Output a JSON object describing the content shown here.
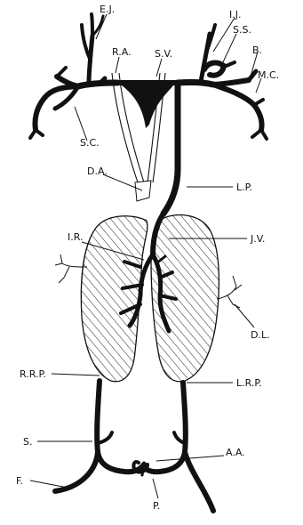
{
  "diagram": {
    "labels": {
      "ej": "E.J.",
      "ij": "I.J.",
      "ss": "S.S.",
      "b": "B.",
      "mc": "M.C.",
      "ra": "R.A.",
      "sv": "S.V.",
      "sc": "S.C.",
      "da": "D.A.",
      "lp": "L.P.",
      "ir": "I.R.",
      "jv": "J.V.",
      "dl": "D.L.",
      "rrp": "R.R.P.",
      "lrp": "L.R.P.",
      "s": "S.",
      "aa": "A.A.",
      "f": "F.",
      "p": "P."
    }
  }
}
